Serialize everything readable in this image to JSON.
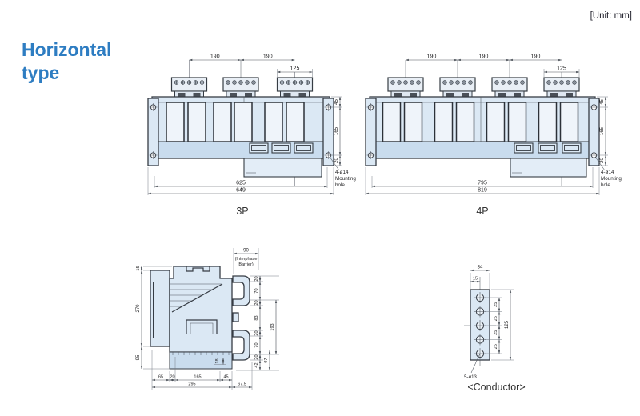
{
  "page": {
    "unit": "[Unit: mm]",
    "title_lines": [
      "Horizontal",
      "type"
    ]
  },
  "front_3p": {
    "caption": "3P",
    "pitch_a": "190",
    "pitch_b": "190",
    "terminal_width": "125",
    "side_top": "45",
    "side_mid": "165",
    "side_bottom": "20",
    "width_inner": "625",
    "width_outer": "649",
    "mount_note": [
      "4-ø14",
      "Mounting",
      "hole"
    ]
  },
  "front_4p": {
    "caption": "4P",
    "pitch_a": "190",
    "pitch_b": "190",
    "pitch_c": "190",
    "terminal_width": "125",
    "side_top": "45",
    "side_mid": "165",
    "side_bottom": "20",
    "width_inner": "795",
    "width_outer": "819",
    "mount_note": [
      "4-ø14",
      "Mounting",
      "hole"
    ]
  },
  "side_view": {
    "barrier_width": "90",
    "barrier_note": [
      "(Interphase",
      "Barrier)"
    ],
    "left_top": "15",
    "left_height": "270",
    "left_lower": "95",
    "bottom": [
      "65",
      "20",
      "165",
      "45"
    ],
    "bottom_total": "295",
    "bottom_right": "67.5",
    "right_segs": [
      "20",
      "70",
      "20",
      "83",
      "20",
      "70",
      "20",
      "42"
    ],
    "right_span_mid": "193",
    "right_span_low": "97",
    "base_height": "18"
  },
  "conductor": {
    "caption": "<Conductor>",
    "width": "34",
    "hole_offset": "15",
    "pitch": [
      "25",
      "25",
      "25",
      "25"
    ],
    "height": "125",
    "hole_note": "5-ø13"
  }
}
